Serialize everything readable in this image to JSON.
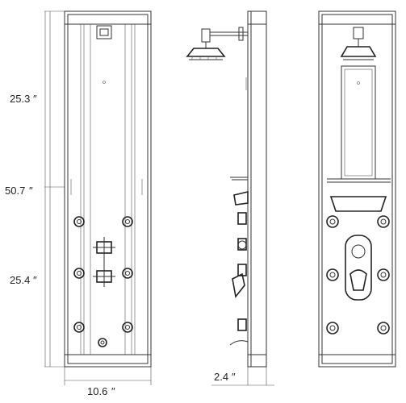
{
  "dimensions": {
    "upper_height": "25.3",
    "total_height": "50.7",
    "lower_height": "25.4",
    "width": "10.6",
    "depth": "2.4",
    "unit_mark": "″"
  },
  "colors": {
    "line": "#333333",
    "background": "#ffffff"
  }
}
